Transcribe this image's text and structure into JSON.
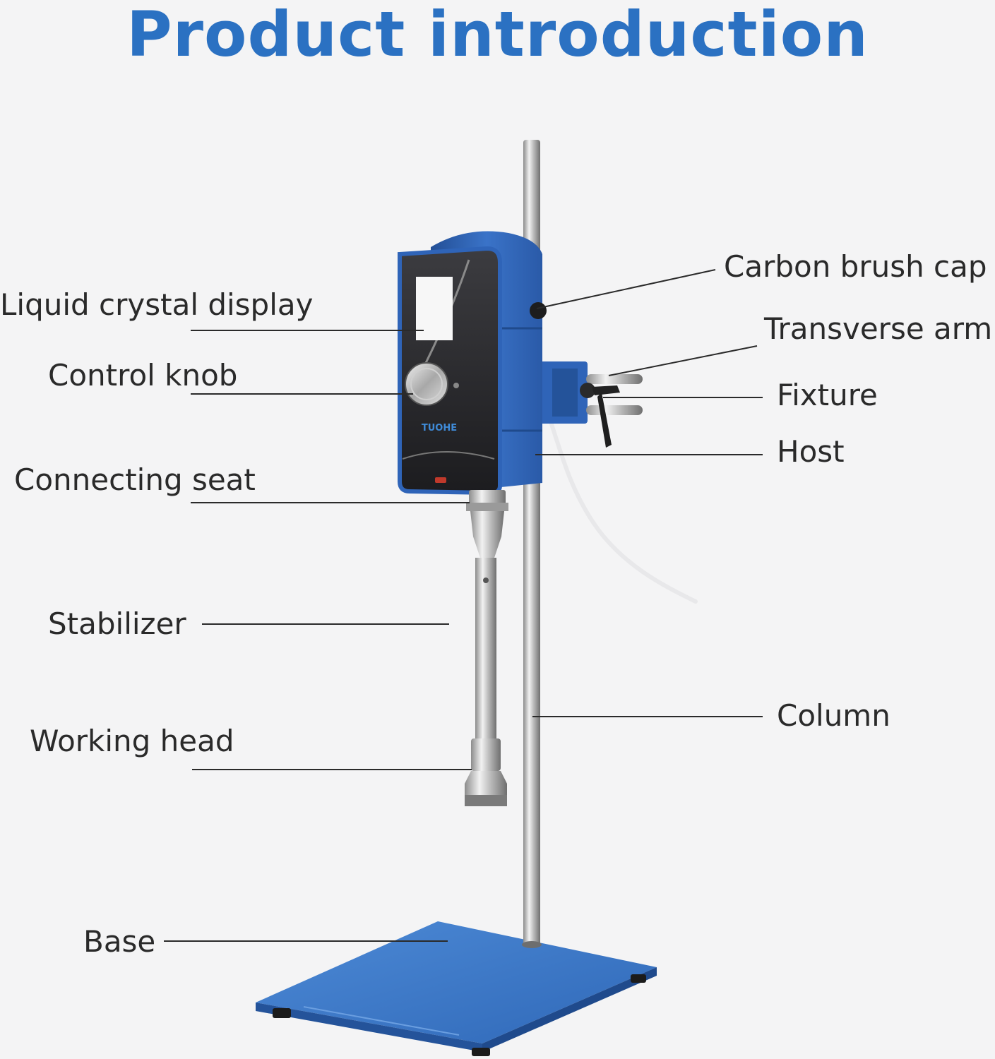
{
  "title": "Product introduction",
  "product": {
    "brand": "TUOHE"
  },
  "colors": {
    "title": "#2b71c2",
    "body_blue": "#2f64b8",
    "base_blue": "#3a78c6",
    "text": "#2a2a2a"
  },
  "labels": {
    "lcd": "Liquid crystal display",
    "knob": "Control knob",
    "seat": "Connecting seat",
    "stabilizer": "Stabilizer",
    "head": "Working head",
    "base": "Base",
    "carbon": "Carbon brush cap",
    "arm": "Transverse arm",
    "fixture": "Fixture",
    "host": "Host",
    "column": "Column"
  }
}
